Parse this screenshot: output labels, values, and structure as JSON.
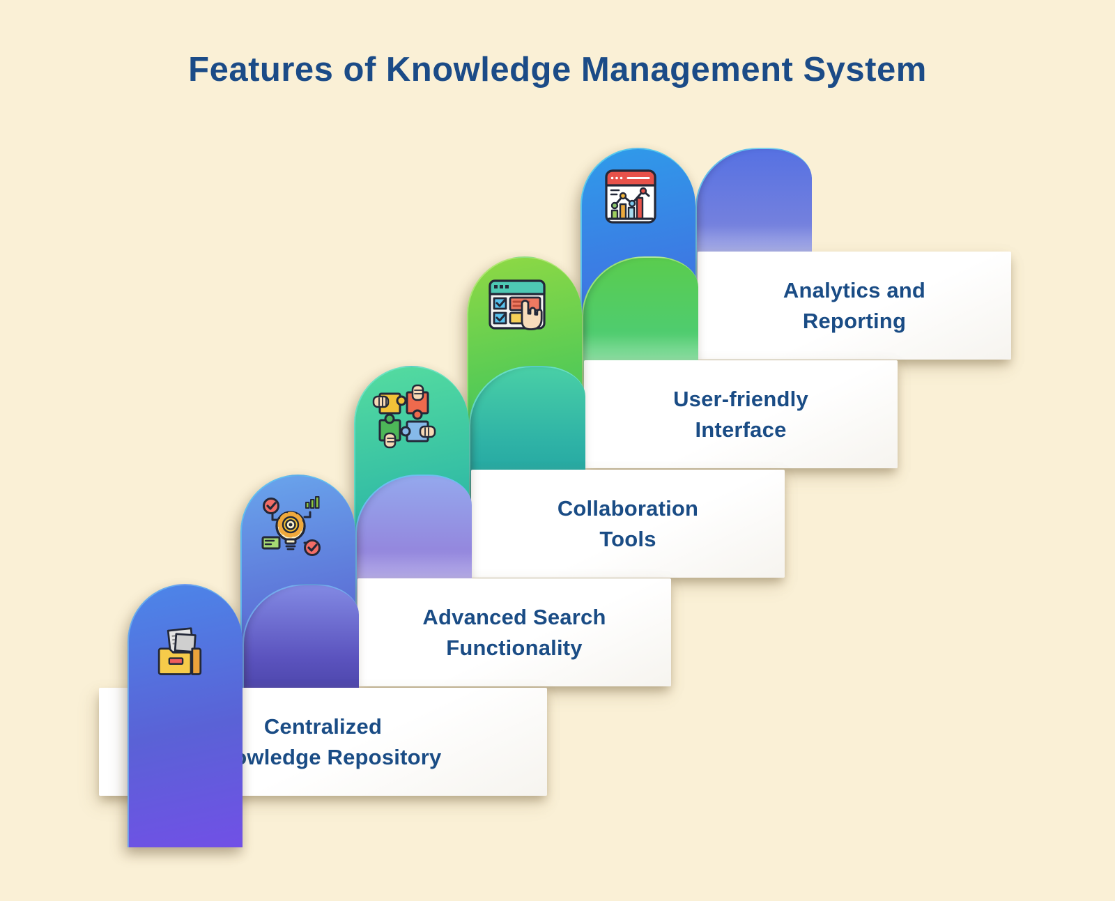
{
  "title": {
    "text": "Features of Knowledge Management System",
    "color": "#1B4B87"
  },
  "background_color": "#FAF0D6",
  "label_color": "#1A4C85",
  "card_color": "#FFFFFF",
  "steps": [
    {
      "id": "centralized-knowledge-repository",
      "label_lines": [
        "Centralized",
        "Knowledge Repository"
      ],
      "icon": "folder-documents-icon",
      "colors": {
        "column_top": "#4C86E9",
        "column_mid": "#5A62D6",
        "column_bottom": "#7150E6",
        "dome_top": "#8289E3",
        "dome_mid": "#5B53BE",
        "dome_bottom": "#413B9B",
        "edge": "#6FBDF2B3"
      }
    },
    {
      "id": "advanced-search-functionality",
      "label_lines": [
        "Advanced Search",
        "Functionality"
      ],
      "icon": "gear-lightbulb-icon",
      "colors": {
        "column_top": "#69A5EC",
        "column_mid": "#5E77D9",
        "column_bottom": "#4D53C7",
        "dome_top": "#94A8ED",
        "dome_mid": "#9488DE",
        "dome_bottom": "#AD9FE4",
        "edge": "#5FC6F2CC"
      }
    },
    {
      "id": "collaboration-tools",
      "label_lines": [
        "Collaboration",
        "Tools"
      ],
      "icon": "puzzle-pieces-icon",
      "colors": {
        "column_top": "#55DCA0",
        "column_mid": "#35BFA4",
        "column_bottom": "#22A8A5",
        "dome_top": "#49CFA6",
        "dome_mid": "#2FB3A6",
        "dome_bottom": "#1FA0A0",
        "edge": "#7FEAD999"
      }
    },
    {
      "id": "user-friendly-interface",
      "label_lines": [
        "User-friendly",
        "Interface"
      ],
      "icon": "hand-cursor-window-icon",
      "colors": {
        "column_top": "#8FD944",
        "column_mid": "#57CB55",
        "column_bottom": "#3EC471",
        "dome_top": "#5ACC4E",
        "dome_mid": "#4FCC6E",
        "dome_bottom": "#8ADFA5",
        "edge": "#C8F18F99"
      }
    },
    {
      "id": "analytics-and-reporting",
      "label_lines": [
        "Analytics and",
        "Reporting"
      ],
      "icon": "bar-chart-window-icon",
      "colors": {
        "column_top": "#2F9BEA",
        "column_mid": "#3C7BE3",
        "column_bottom": "#3F69DF",
        "dome_top": "#5671E2",
        "dome_mid": "#7380DE",
        "dome_bottom": "#A9ABE3",
        "edge": "#67E0EFB3"
      }
    }
  ]
}
